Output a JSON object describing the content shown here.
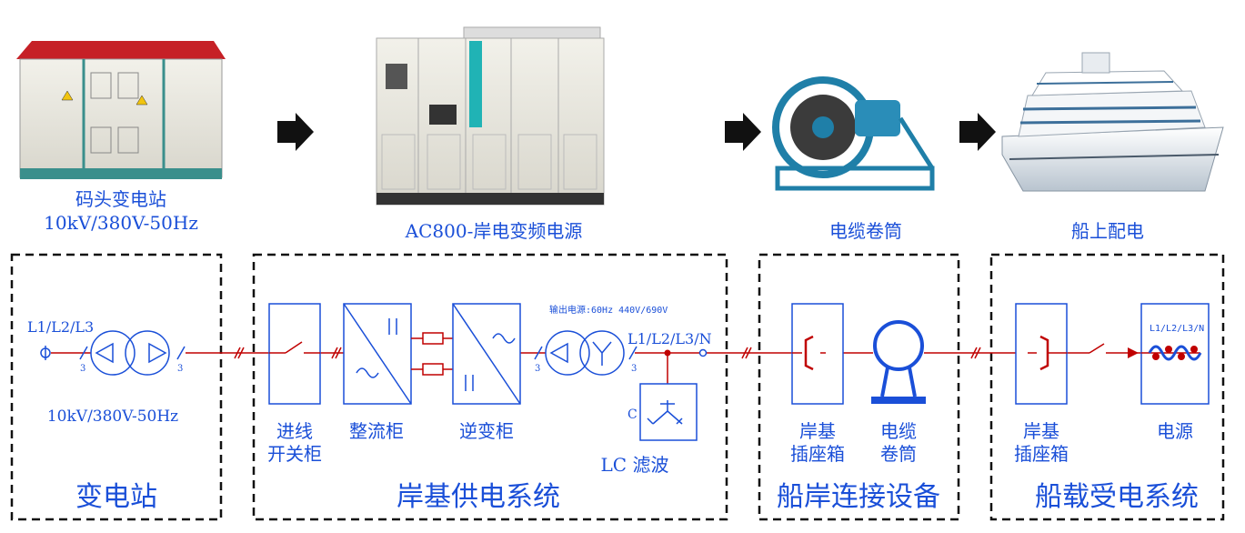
{
  "top_labels": {
    "substation_name": "码头变电站",
    "substation_voltage": "10kV/380V-50Hz",
    "converter": "AC800-岸电变频电源",
    "cable_reel": "电缆卷筒",
    "ship_power": "船上配电"
  },
  "sections": {
    "substation": "变电站",
    "shore_supply": "岸基供电系统",
    "connection": "船岸连接设备",
    "ship_receiving": "船载受电系统"
  },
  "components": {
    "phase_in": "L1/L2/L3",
    "transformer_rating": "10kV/380V-50Hz",
    "incoming_1": "进线",
    "incoming_2": "开关柜",
    "rectifier": "整流柜",
    "inverter": "逆变柜",
    "output_power": "输出电源:60Hz 440V/690V",
    "phase_out": "L1/L2/L3/N",
    "lc_filter": "LC 滤波",
    "shore_socket_1a": "岸基",
    "shore_socket_1b": "插座箱",
    "cable_reel_a": "电缆",
    "cable_reel_b": "卷筒",
    "shore_socket_2a": "岸基",
    "shore_socket_2b": "插座箱",
    "power_source": "电源",
    "power_source_phase": "L1/L2/L3/N",
    "tick_3": "3",
    "cap_c": "C"
  },
  "colors": {
    "line": "#c00000",
    "symbol": "#1a4fd8",
    "frame": "#111111"
  }
}
